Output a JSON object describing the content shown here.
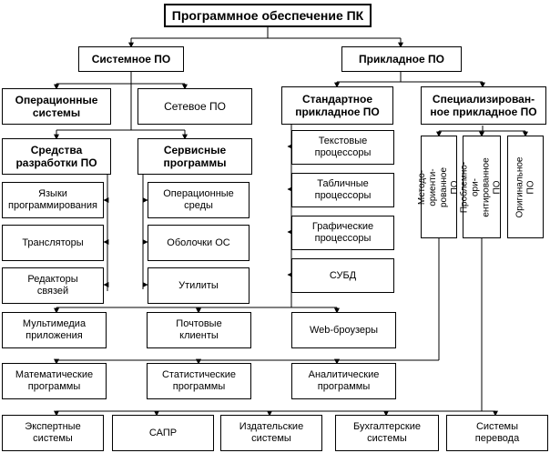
{
  "title": "Программное обеспечение ПК",
  "level1": {
    "system": "Системное ПО",
    "applied": "Прикладное ПО"
  },
  "system": {
    "os": "Операционные\nсистемы",
    "network": "Сетевое  ПО",
    "dev_tools": "Средства\nразработки ПО",
    "service": "Сервисные\nпрограммы",
    "dev_items": [
      "Языки\nпрограммирования",
      "Трансляторы",
      "Редакторы\nсвязей"
    ],
    "service_items": [
      "Операционные\nсреды",
      "Оболочки ОС",
      "Утилиты"
    ]
  },
  "applied": {
    "standard": "Стандартное\nприкладное ПО",
    "special": "Специализирован-\nное прикладное ПО",
    "standard_items": [
      "Текстовые\nпроцессоры",
      "Табличные\nпроцессоры",
      "Графические\nпроцессоры",
      "СУБД"
    ],
    "special_items": [
      "Методо-ориенти-\nрованное ПО",
      "Проблемно-ори-\nентированное ПО",
      "Оригинальное ПО"
    ]
  },
  "row1": [
    "Мультимедиа\nприложения",
    "Почтовые\nклиенты",
    "Web-броузеры"
  ],
  "row2": [
    "Математические\nпрограммы",
    "Статистические\nпрограммы",
    "Аналитические\nпрограммы"
  ],
  "row3": [
    "Экспертные\nсистемы",
    "САПР",
    "Издательские\nсистемы",
    "Бухгалтерские\nсистемы",
    "Системы\nперевода"
  ],
  "colors": {
    "line": "#000000",
    "background": "#ffffff"
  }
}
